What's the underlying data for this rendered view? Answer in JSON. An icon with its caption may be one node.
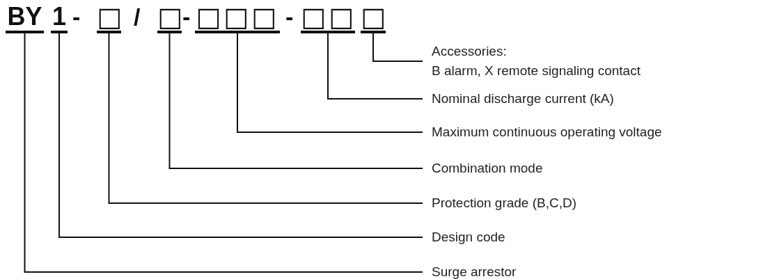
{
  "diagram": {
    "nodes": [
      {
        "text": [
          "BY"
        ]
      },
      {
        "text": [
          "1"
        ]
      },
      {
        "text": [
          "□"
        ]
      },
      {
        "text": [
          "□"
        ]
      },
      {
        "text": [
          "□□□"
        ]
      },
      {
        "text": [
          "□□"
        ]
      },
      {
        "text": [
          "□"
        ]
      },
      {
        "text": [
          "Accessories:",
          "B alarm, X remote signaling contact"
        ]
      },
      {
        "text": [
          "Nominal discharge current (kA)"
        ]
      },
      {
        "text": [
          "Maximum continuous operating voltage"
        ]
      },
      {
        "text": [
          "Combination mode"
        ]
      },
      {
        "text": [
          "Protection grade (B,C,D)"
        ]
      },
      {
        "text": [
          "Design code"
        ]
      },
      {
        "text": [
          "Surge arrestor"
        ]
      }
    ],
    "edges": [
      {
        "from": 6,
        "to": 7,
        "arrow": "none"
      },
      {
        "from": 5,
        "to": 8,
        "arrow": "none"
      },
      {
        "from": 4,
        "to": 9,
        "arrow": "none"
      },
      {
        "from": 3,
        "to": 10,
        "arrow": "none"
      },
      {
        "from": 2,
        "to": 11,
        "arrow": "none"
      },
      {
        "from": 1,
        "to": 12,
        "arrow": "none"
      },
      {
        "from": 0,
        "to": 13,
        "arrow": "none"
      }
    ],
    "labels": [
      "-",
      "/",
      "-",
      "-"
    ]
  }
}
